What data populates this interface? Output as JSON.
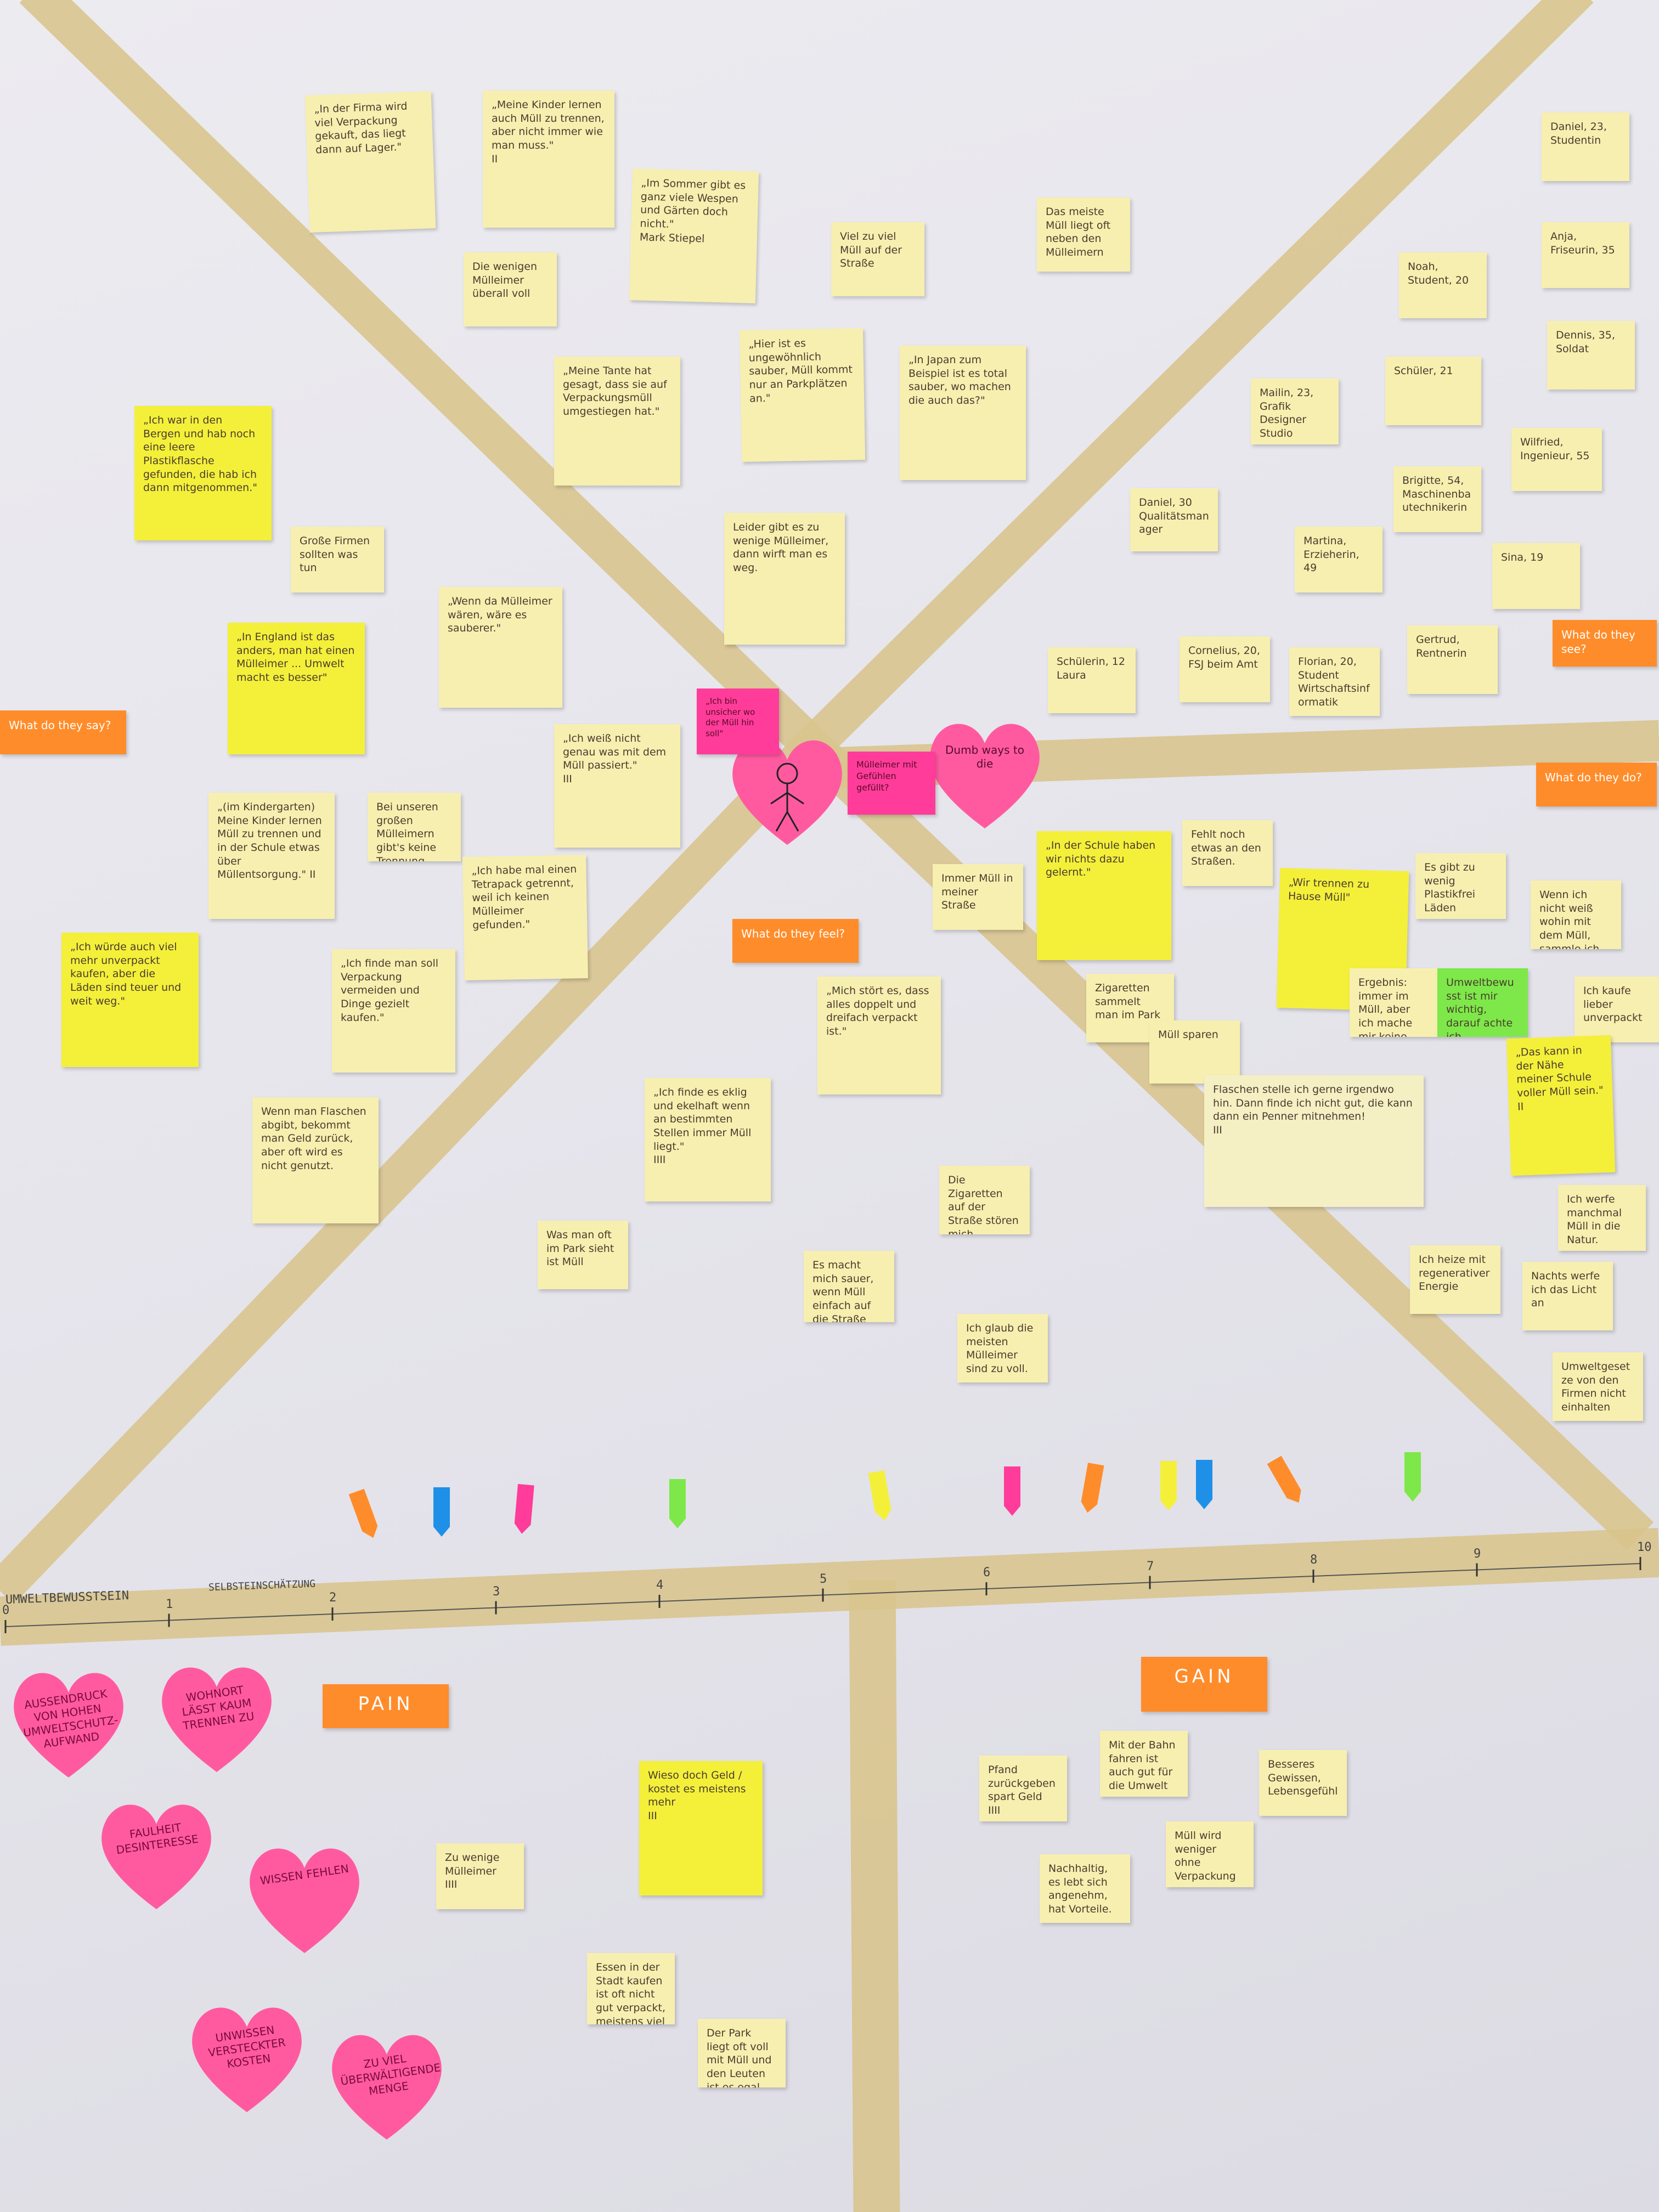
{
  "colors": {
    "wall": "#e9e8ee",
    "tape": "#d8c48c",
    "pale_note": "#f7efb0",
    "neon_yellow": "#f4f03a",
    "neon_pink": "#ff3c9a",
    "neon_orange": "#ff8c2a",
    "neon_green": "#7ee84a",
    "heart_pink": "#ff5aa0"
  },
  "board": {
    "notes": [
      {
        "id": "q1",
        "color": "pale",
        "text": "„In der Firma wird viel Verpackung gekauft, das liegt dann auf Lager.\""
      },
      {
        "id": "q2",
        "color": "pale",
        "text": "„Meine Kinder lernen auch Müll zu trennen, aber nicht immer wie man muss.\"\nII"
      },
      {
        "id": "q3",
        "color": "pale",
        "text": "„Im Sommer gibt es ganz viele Wespen und Gärten doch nicht.\"\nMark Stiepel"
      },
      {
        "id": "q4",
        "color": "pale",
        "text": "Viel zu viel Müll auf der Straße"
      },
      {
        "id": "q5",
        "color": "pale",
        "text": "Das meiste Müll liegt oft neben den Mülleimern"
      },
      {
        "id": "q6",
        "color": "pale",
        "text": "Die wenigen Mülleimer überall voll"
      },
      {
        "id": "q7",
        "color": "pale",
        "text": "„Meine Tante hat gesagt, dass sie auf Verpackungsmüll umgestiegen hat.\""
      },
      {
        "id": "q8",
        "color": "pale",
        "text": "„Hier ist es ungewöhnlich sauber, Müll kommt nur an Parkplätzen an.\""
      },
      {
        "id": "q9",
        "color": "pale",
        "text": "„In Japan zum Beispiel ist es total sauber, wo machen die auch das?\""
      },
      {
        "id": "q10",
        "color": "neon",
        "text": "„Ich war in den Bergen und hab noch eine leere Plastikflasche gefunden, die hab ich dann mitgenommen.\""
      },
      {
        "id": "q11",
        "color": "pale",
        "text": "Große Firmen sollten was tun"
      },
      {
        "id": "q12",
        "color": "pale",
        "text": "Leider gibt es zu wenige Mülleimer, dann wirft man es weg."
      },
      {
        "id": "q13",
        "color": "pale",
        "text": "„Wenn da Mülleimer wären, wäre es sauberer.\""
      },
      {
        "id": "q14",
        "color": "neon",
        "text": "„In England ist das anders, man hat einen Mülleimer ... Umwelt macht es besser\""
      },
      {
        "id": "q15",
        "color": "pale",
        "text": "„Ich weiß nicht genau was mit dem Müll passiert.\"\nIII"
      },
      {
        "id": "q16",
        "color": "pale",
        "text": "„(im Kindergarten) Meine Kinder lernen Müll zu trennen und in der Schule etwas über Müllentsorgung.\" II"
      },
      {
        "id": "q17",
        "color": "pale",
        "text": "Bei unseren großen Mülleimern gibt's keine Trennung."
      },
      {
        "id": "q18",
        "color": "pale",
        "text": "„Ich habe mal einen Tetrapack getrennt, weil ich keinen Mülleimer gefunden.\""
      },
      {
        "id": "q19",
        "color": "neon",
        "text": "„Ich würde auch viel mehr unverpackt kaufen, aber die Läden sind teuer und weit weg.\""
      },
      {
        "id": "q20",
        "color": "pale",
        "text": "„Ich finde man soll Verpackung vermeiden und Dinge gezielt kaufen.\""
      },
      {
        "id": "q21",
        "color": "pale",
        "text": "„Mich stört es, dass alles doppelt und dreifach verpackt ist.\""
      },
      {
        "id": "q22",
        "color": "pale",
        "text": "„Ich finde es eklig und ekelhaft wenn an bestimmten Stellen immer Müll liegt.\"\nIIII"
      },
      {
        "id": "q23",
        "color": "pale",
        "text": "Wenn man Flaschen abgibt, bekommt man Geld zurück, aber oft wird es nicht genutzt."
      },
      {
        "id": "q24",
        "color": "pale",
        "text": "Was man oft im Park sieht ist Müll"
      },
      {
        "id": "q25",
        "color": "pale",
        "text": "Es macht mich sauer, wenn Müll einfach auf die Straße liegt."
      },
      {
        "id": "q26",
        "color": "pale",
        "text": "Die Zigaretten auf der Straße stören mich."
      },
      {
        "id": "q27",
        "color": "pale",
        "text": "Ich glaub die meisten Mülleimer sind zu voll."
      },
      {
        "id": "q28",
        "color": "neon",
        "text": "„In der Schule haben wir nichts dazu gelernt.\""
      },
      {
        "id": "q29",
        "color": "pale",
        "text": "Fehlt noch etwas an den Straßen."
      },
      {
        "id": "q30",
        "color": "pale",
        "text": "Immer Müll in meiner Straße"
      },
      {
        "id": "q31",
        "color": "neon",
        "text": "„Wir trennen zu Hause Müll\""
      },
      {
        "id": "q32",
        "color": "pale",
        "text": "Es gibt zu wenig Plastikfrei Läden"
      },
      {
        "id": "q33",
        "color": "pale",
        "text": "Wenn ich nicht weiß wohin mit dem Müll, sammle ich ihn."
      },
      {
        "id": "q34",
        "color": "pale",
        "text": "Zigaretten sammelt man im Park"
      },
      {
        "id": "q35",
        "color": "pale",
        "text": "Müll sparen"
      },
      {
        "id": "q36",
        "color": "cream",
        "text": "Flaschen stelle ich gerne irgendwo hin. Dann finde ich nicht gut, die kann dann ein Penner mitnehmen!\nIII"
      },
      {
        "id": "q37",
        "color": "pale",
        "text": "Ergebnis: immer im Müll, aber ich mache mir keine Gedanken."
      },
      {
        "id": "q38",
        "color": "green",
        "text": "Umweltbewusst ist mir wichtig, darauf achte ich."
      },
      {
        "id": "q39",
        "color": "pale",
        "text": "Ich kaufe lieber unverpackt"
      },
      {
        "id": "q40",
        "color": "neon",
        "text": "„Das kann in der Nähe meiner Schule voller Müll sein.\"\nII"
      },
      {
        "id": "q41",
        "color": "pale",
        "text": "Ich werfe manchmal Müll in die Natur."
      },
      {
        "id": "q42",
        "color": "pale",
        "text": "Ich heize mit regenerativer Energie"
      },
      {
        "id": "q43",
        "color": "pale",
        "text": "Nachts werfe ich das Licht an"
      },
      {
        "id": "q44",
        "color": "pale",
        "text": "Umweltgesetze von den Firmen nicht einhalten"
      }
    ],
    "personas": [
      "Daniel, 23, Studentin",
      "Anja, Friseurin, 35",
      "Noah, Student, 20",
      "Dennis, 35, Soldat",
      "Mailin, 23, Grafik Designer Studio",
      "Schüler, 21",
      "Wilfried, Ingenieur, 55",
      "Brigitte, 54, Maschinenbautechnikerin",
      "Daniel, 30 Qualitätsmanager",
      "Martina, Erzieherin, 49",
      "Sina, 19",
      "Schülerin, 12 Laura",
      "Cornelius, 20, FSJ beim Amt",
      "Florian, 20, Student Wirtschaftsinformatik",
      "Gertrud, Rentnerin"
    ],
    "orange_labels": [
      "What do they say?",
      "What do they see?",
      "What do they do?",
      "What do they feel?"
    ],
    "center_heart_text": "Dumb ways to die",
    "center_pink_notes": [
      "„Ich bin unsicher wo der Müll hin soll\"",
      "Mülleimer mit Gefühlen gefüllt?"
    ],
    "axis": {
      "left_label": "UMWELTBEWUSSTSEIN",
      "sub_label": "SELBSTEINSCHÄTZUNG",
      "ticks": [
        "0",
        "1",
        "2",
        "3",
        "4",
        "5",
        "6",
        "7",
        "8",
        "9",
        "10"
      ],
      "flag_colors": [
        "#ff8c2a",
        "#1e90e8",
        "#ff3c9a",
        "#7ee84a",
        "#f4f03a",
        "#ff3c9a",
        "#ff8c2a",
        "#f4f03a",
        "#1e90e8",
        "#ff8c2a",
        "#7ee84a"
      ]
    },
    "pain": {
      "label": "PAIN",
      "hearts": [
        "AUSSENDRUCK VON HOHEN UMWELTSCHUTZ-AUFWAND",
        "WOHNORT LÄSST KAUM TRENNEN ZU",
        "FAULHEIT DESINTERESSE",
        "WISSEN FEHLEN",
        "UNWISSEN VERSTECKTER KOSTEN",
        "ZU VIEL ÜBERWÄLTIGENDE MENGE"
      ],
      "notes": [
        {
          "color": "neon",
          "text": "Wieso doch Geld / kostet es meistens mehr\nIII"
        },
        {
          "color": "pale",
          "text": "Zu wenige Mülleimer\nIIII"
        },
        {
          "color": "pale",
          "text": "Essen in der Stadt kaufen ist oft nicht gut verpackt, meistens viel Müll"
        },
        {
          "color": "pale",
          "text": "Der Park liegt oft voll mit Müll und den Leuten ist es egal."
        }
      ]
    },
    "gain": {
      "label": "GAIN",
      "notes": [
        "Pfand zurückgeben spart Geld\nIIII",
        "Mit der Bahn fahren ist auch gut für die Umwelt",
        "Besseres Gewissen, Lebensgefühl",
        "Nachhaltig, es lebt sich angenehm, hat Vorteile.",
        "Müll wird weniger ohne Verpackung"
      ]
    }
  }
}
